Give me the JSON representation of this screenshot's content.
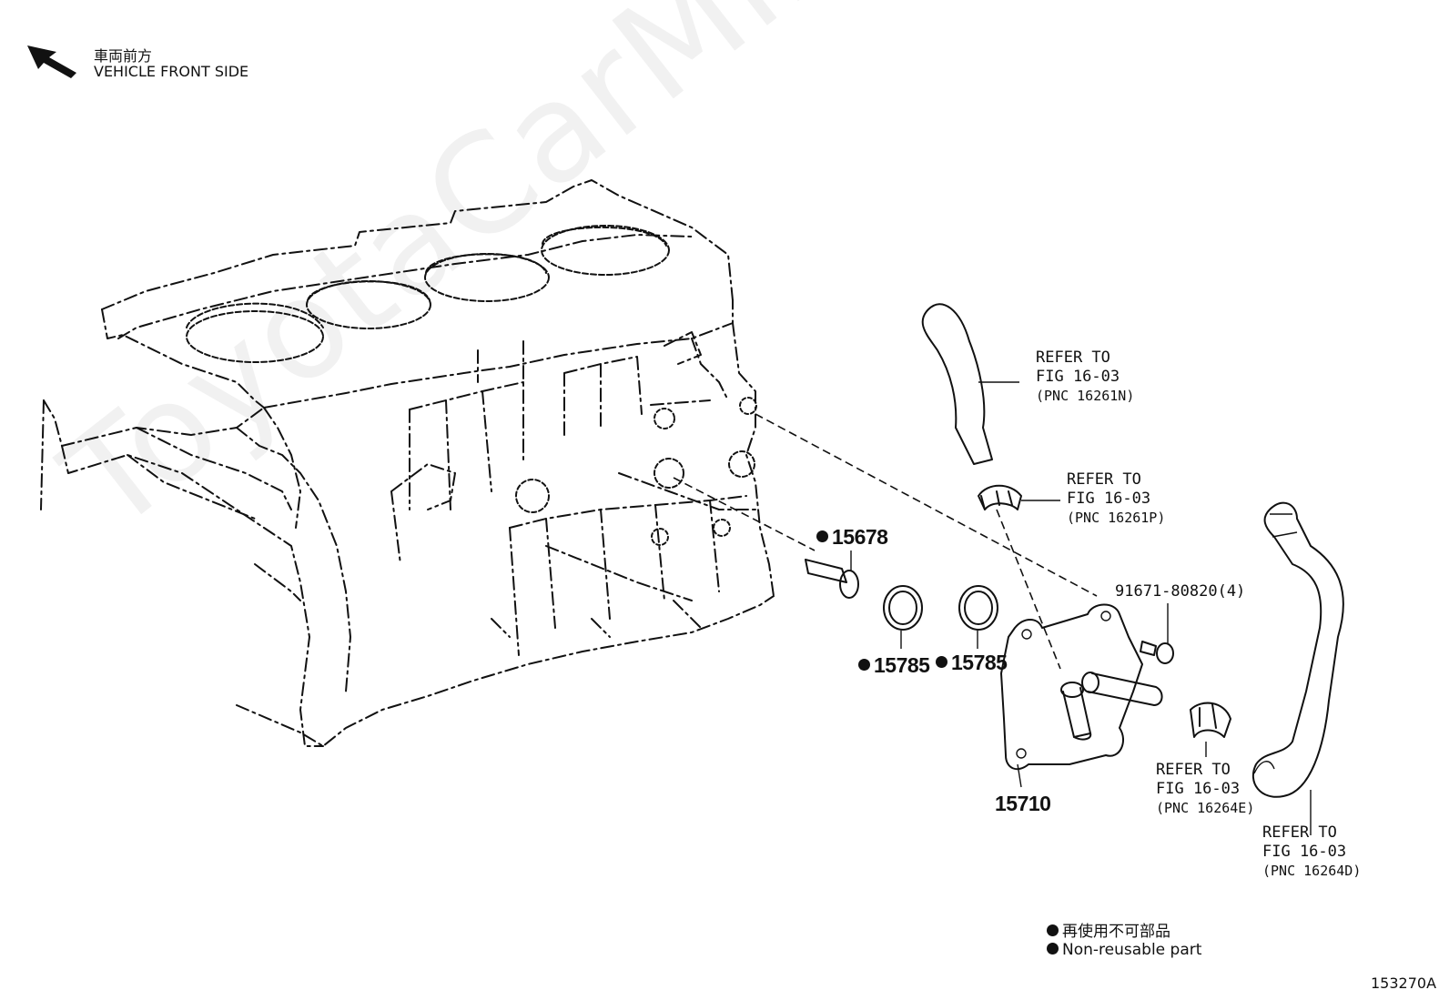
{
  "header": {
    "direction_jp": "車両前方",
    "direction_en": "VEHICLE FRONT SIDE"
  },
  "watermark": "ToyotaCarMine.ru",
  "callouts": [
    {
      "id": "ref-16261n",
      "line1": "REFER TO",
      "line2": "FIG 16-03",
      "line3": "(PNC 16261N)"
    },
    {
      "id": "ref-16261p",
      "line1": "REFER TO",
      "line2": "FIG 16-03",
      "line3": "(PNC 16261P)"
    },
    {
      "id": "ref-16264e",
      "line1": "REFER TO",
      "line2": "FIG 16-03",
      "line3": "(PNC 16264E)"
    },
    {
      "id": "ref-16264d",
      "line1": "REFER TO",
      "line2": "FIG 16-03",
      "line3": "(PNC 16264D)"
    }
  ],
  "parts": {
    "p15678": "15678",
    "p15785a": "15785",
    "p15785b": "15785",
    "p15710": "15710",
    "p91671": "91671-80820(4)"
  },
  "legend": {
    "jp": "再使用不可部品",
    "en": "Non-reusable part"
  },
  "figure_id": "153270A"
}
